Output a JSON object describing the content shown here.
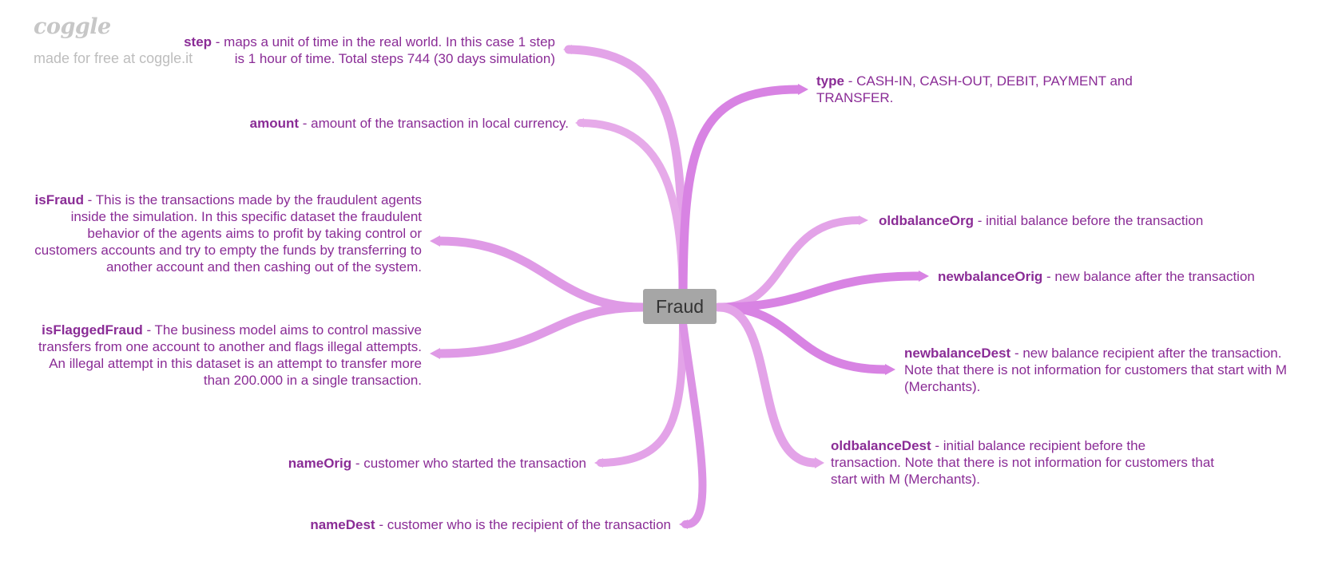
{
  "brand": {
    "logo_text": "coggle",
    "caption": "made for free at coggle.it"
  },
  "central": {
    "label": "Fraud"
  },
  "nodes": {
    "step": {
      "key": "step",
      "text": " - maps a unit of time in the real world. In this case 1 step is 1 hour of time. Total steps 744 (30 days simulation)"
    },
    "amount": {
      "key": "amount",
      "text": " - amount of the transaction in local currency."
    },
    "isFraud": {
      "key": "isFraud",
      "text": " - This is the transactions made by the fraudulent agents inside the simulation. In this specific dataset the fraudulent behavior of the agents aims to profit by taking control or customers accounts and try to empty the funds by transferring to another account and then cashing out of the system."
    },
    "isFlaggedFraud": {
      "key": "isFlaggedFraud",
      "text": " - The business model aims to control massive transfers from one account to another and flags illegal attempts. An illegal attempt in this dataset is an attempt to transfer more than 200.000 in a single transaction."
    },
    "nameOrig": {
      "key": "nameOrig",
      "text": " - customer who started the transaction"
    },
    "nameDest": {
      "key": "nameDest",
      "text": " - customer who is the recipient of the transaction"
    },
    "type": {
      "key": "type",
      "text": " - CASH-IN, CASH-OUT, DEBIT, PAYMENT and TRANSFER."
    },
    "oldbalanceOrg": {
      "key": "oldbalanceOrg",
      "text": " - initial balance before the transaction"
    },
    "newbalanceOrig": {
      "key": "newbalanceOrig",
      "text": " - new balance after the transaction"
    },
    "newbalanceDest": {
      "key": "newbalanceDest",
      "text": " - new balance recipient after the transaction. Note that there is not information for customers that start with M (Merchants)."
    },
    "oldbalanceDest": {
      "key": "oldbalanceDest",
      "text": " - initial balance recipient before the transaction. Note that there is not information for customers that start with M (Merchants)."
    }
  },
  "colors": {
    "text": "#8a2c96",
    "branch_light": "#e3a3e8",
    "branch_mid": "#dc93e5",
    "branch_strong": "#d883e3",
    "central_bg": "#a6a6a6"
  }
}
